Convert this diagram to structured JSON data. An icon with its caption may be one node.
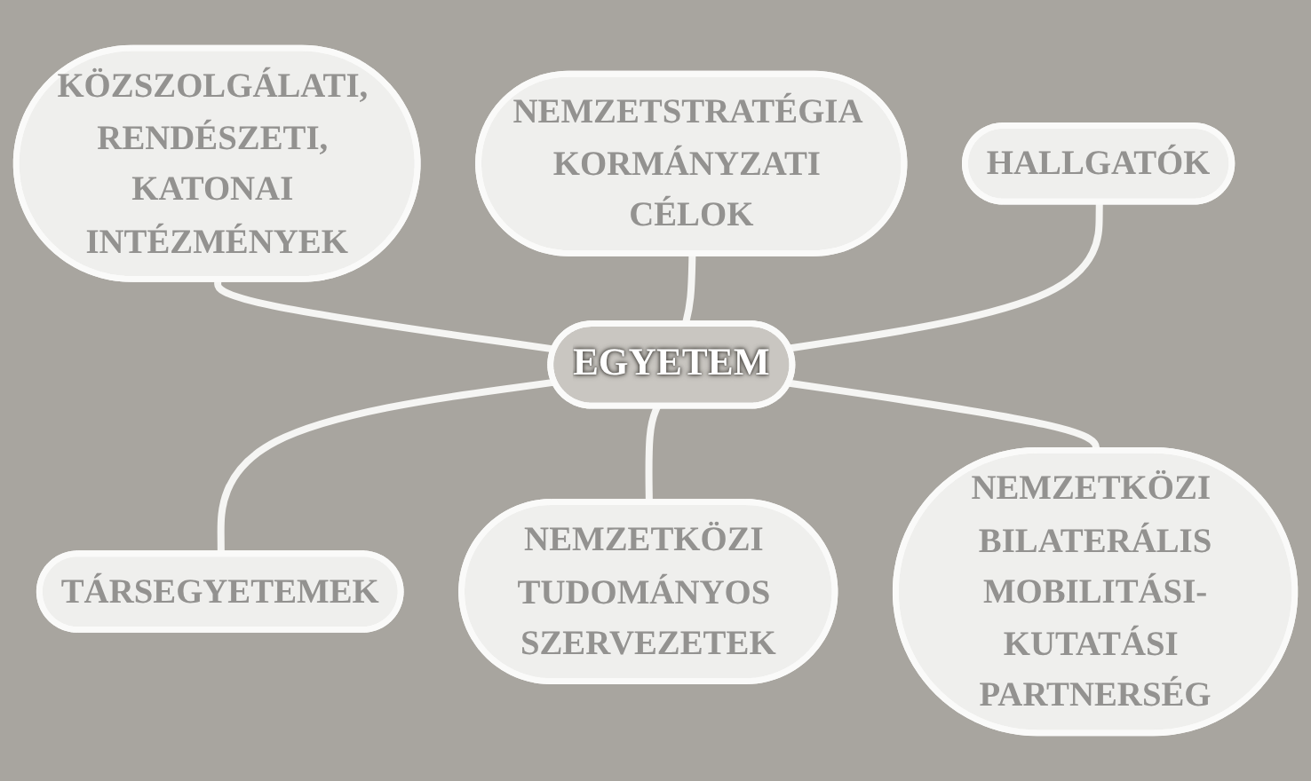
{
  "diagram": {
    "nodes": [
      {
        "text": [
          "NEMZETSTRATÉGIA KORMÁNYZATI CÉLOK"
        ]
      },
      {
        "text": [
          "KÖZSZOLGÁLATI, RENDÉSZETI, KATONAI INTÉZMÉNYEK"
        ]
      },
      {
        "text": [
          "HALLGATÓK"
        ]
      },
      {
        "text": [
          "EGYETEM"
        ]
      },
      {
        "text": [
          "TÁRSEGYETEMEK"
        ]
      },
      {
        "text": [
          "NEMZETKÖZI BILATERÁLIS",
          "MOBILITÁSI-KUTATÁSI PARTNERSÉG"
        ]
      },
      {
        "text": [
          "NEMZETKÖZI TUDOMÁNYOS SZERVEZETEK"
        ]
      }
    ],
    "edges": [
      {
        "from": 1,
        "to": 3,
        "arrow": "none"
      },
      {
        "from": 0,
        "to": 3,
        "arrow": "none"
      },
      {
        "from": 2,
        "to": 3,
        "arrow": "none"
      },
      {
        "from": 3,
        "to": 4,
        "arrow": "none"
      },
      {
        "from": 3,
        "to": 6,
        "arrow": "none"
      },
      {
        "from": 3,
        "to": 5,
        "arrow": "none"
      }
    ]
  }
}
